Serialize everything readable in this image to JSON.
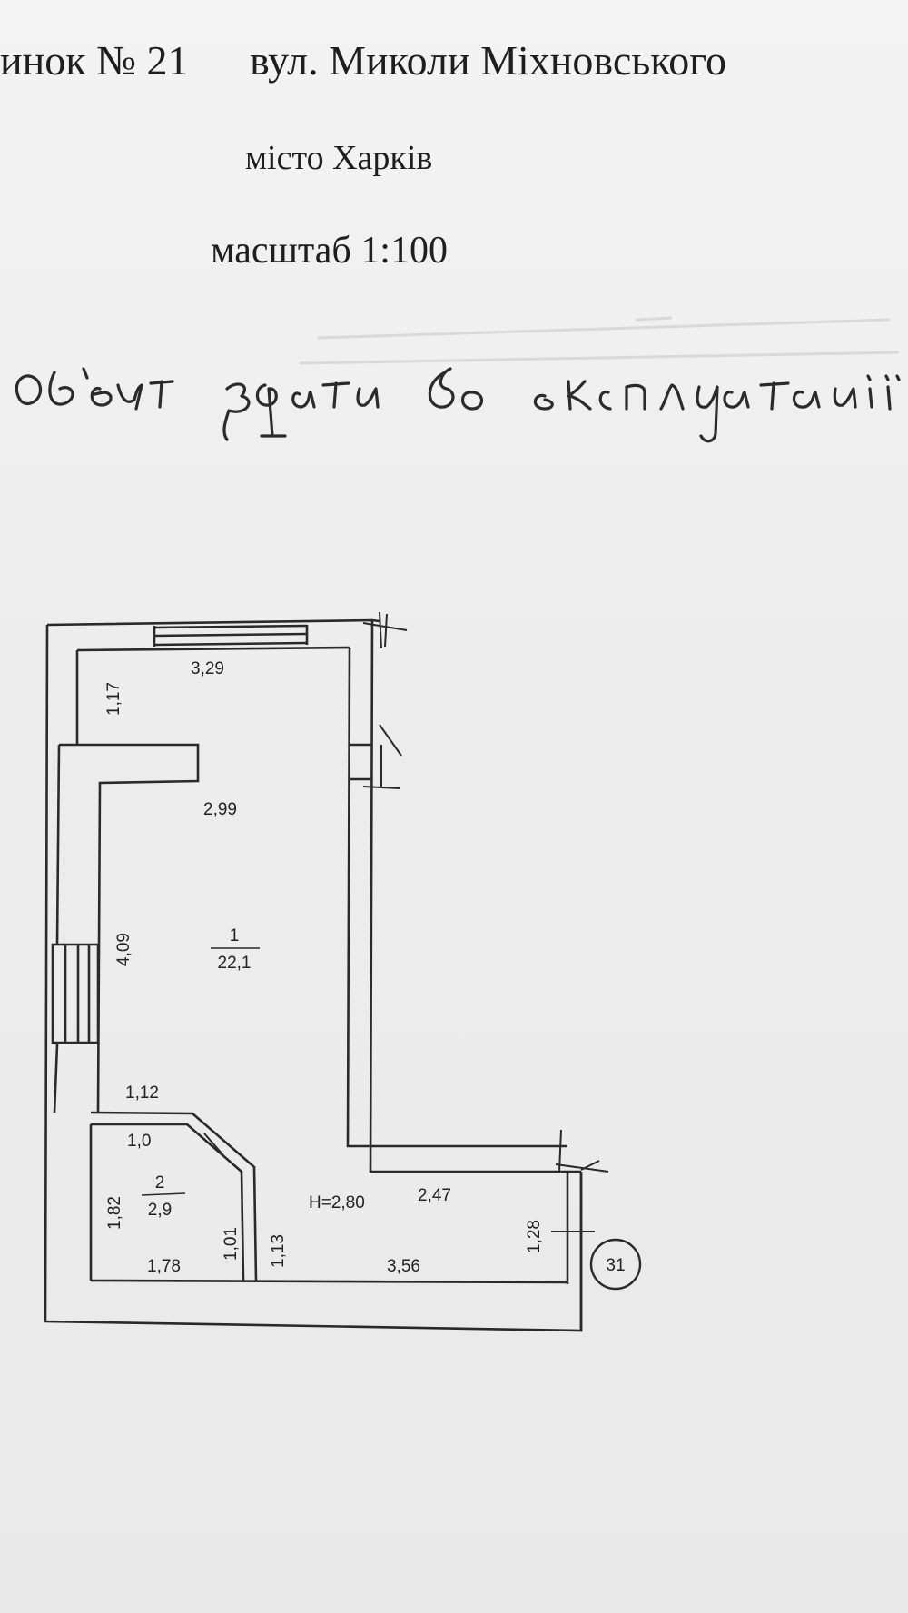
{
  "header": {
    "building": "инок № 21",
    "street": "вул. Миколи Міхновського",
    "city": "місто Харків",
    "scale": "масштаб 1:100"
  },
  "handwritten_note": "Об'єкт здати до експлуатації",
  "plan": {
    "dimensions": {
      "top_width": "3,29",
      "top_left_height": "1,17",
      "room1_width": "2,99",
      "room1_height": "4,09",
      "niche_width": "1,12",
      "room2_top": "1,0",
      "room2_left": "1,82",
      "room2_bottom": "1,78",
      "room2_diag": "1,01",
      "corridor_height": "1,13",
      "bottom_right_width": "2,47",
      "bottom_width": "3,56",
      "right_height": "1,28"
    },
    "rooms": [
      {
        "number": "1",
        "area": "22,1"
      },
      {
        "number": "2",
        "area": "2,9"
      }
    ],
    "ceiling_height": "Н=2,80",
    "apartment_number": "31"
  },
  "colors": {
    "paper": "#eeeeee",
    "line": "#2a2a2a",
    "ink": "#1e1e1e"
  }
}
